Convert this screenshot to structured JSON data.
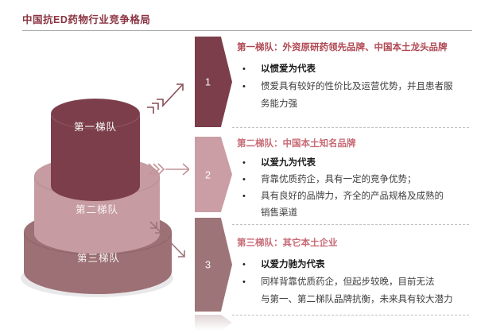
{
  "page": {
    "title": "中国抗ED药物行业竞争格局"
  },
  "ui": {
    "bullet_marker": "•"
  },
  "pyramid": {
    "shadow_color": "#e9e9ec",
    "tiers": [
      {
        "label": "第一梯队",
        "color": "#7b3e4a"
      },
      {
        "label": "第二梯队",
        "color": "#c79ba2"
      },
      {
        "label": "第三梯队",
        "color": "#9c7074"
      }
    ],
    "arrows": [
      {
        "name": "up-right-growth-arrow",
        "color": "#8a4e57"
      },
      {
        "name": "right-arrow",
        "color": "#c49399"
      },
      {
        "name": "down-right-arrow",
        "color": "#9b7478"
      }
    ]
  },
  "blocks": [
    {
      "number": "1",
      "chevron_color": "#7b3e4a",
      "header": "第一梯队：外资原研药领先品牌、中国本土龙头品牌",
      "header_color": "#b04853",
      "bullets": [
        {
          "lines": [
            "以惯爱为代表"
          ]
        },
        {
          "lines": [
            "惯爱具有较好的性价比及运营优势，并且患者服",
            "务能力强"
          ]
        }
      ]
    },
    {
      "number": "2",
      "chevron_color": "#cb9da4",
      "header": "第二梯队：中国本土知名品牌",
      "header_color": "#c76b76",
      "bullets": [
        {
          "lines": [
            "以爱九为代表"
          ]
        },
        {
          "lines": [
            "背靠优质药企，具有一定的竞争优势；"
          ]
        },
        {
          "lines": [
            "具有良好的品牌力，齐全的产品规格及成熟的",
            "销售渠道"
          ]
        }
      ]
    },
    {
      "number": "3",
      "chevron_color": "#9d7478",
      "header": "第三梯队：其它本土企业",
      "header_color": "#c76b76",
      "bullets": [
        {
          "lines": [
            "以爱力驰为代表"
          ]
        },
        {
          "lines": [
            "同样背靠优质药企，但起步较晚，目前无法",
            "与第一、第二梯队品牌抗衡，未来具有较大潜力"
          ]
        }
      ]
    }
  ]
}
